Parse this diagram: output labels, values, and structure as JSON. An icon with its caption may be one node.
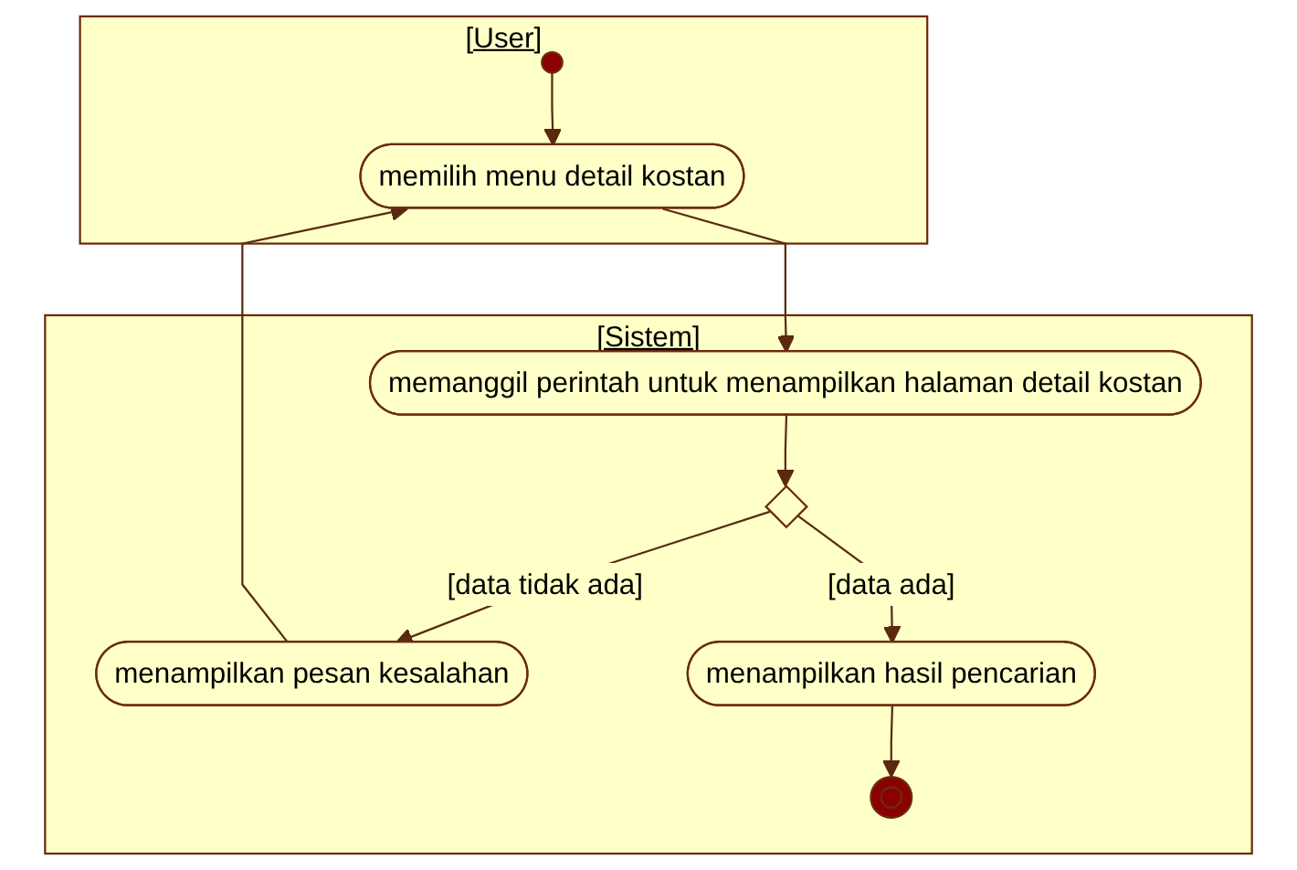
{
  "diagram": {
    "nodes": [
      {
        "text": [
          "[User]"
        ]
      },
      {
        "text": [
          "[Sistem]"
        ]
      },
      {
        "text": [],
        "shape": "circle",
        "in": 0
      },
      {
        "text": [
          "memilih menu detail kostan"
        ],
        "in": 0
      },
      {
        "text": [
          "memanggil perintah untuk menampilkan halaman detail kostan"
        ],
        "in": 1
      },
      {
        "text": [],
        "shape": "diamond",
        "in": 1
      },
      {
        "text": [
          "menampilkan pesan kesalahan"
        ],
        "in": 1
      },
      {
        "text": [
          "menampilkan hasil pencarian"
        ],
        "in": 1
      },
      {
        "text": [],
        "shape": "circle",
        "in": 1
      }
    ],
    "edges": [
      {
        "from": 2,
        "to": 3,
        "arrow": "to"
      },
      {
        "from": 3,
        "to": 4,
        "arrow": "to"
      },
      {
        "from": 4,
        "to": 5,
        "arrow": "to"
      },
      {
        "from": 5,
        "to": 6,
        "arrow": "to",
        "label": "[data tidak ada]"
      },
      {
        "from": 5,
        "to": 7,
        "arrow": "to",
        "label": "[data ada]"
      },
      {
        "from": 6,
        "to": 3,
        "arrow": "to"
      },
      {
        "from": 7,
        "to": 8,
        "arrow": "to"
      }
    ]
  }
}
